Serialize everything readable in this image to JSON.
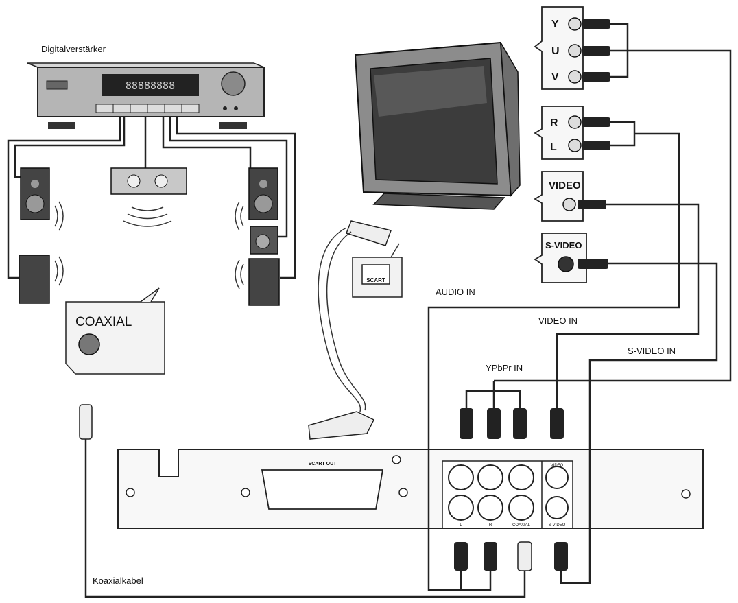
{
  "labels": {
    "amplifier": "Digitalverstärker",
    "coaxial_box": "COAXIAL",
    "scart_badge": "SCART",
    "scart_out": "SCART OUT",
    "audio_in": "AUDIO IN",
    "video_in": "VIDEO IN",
    "ypbpr_in": "YPbPr IN",
    "svideo_in": "S-VIDEO IN",
    "coax_cable": "Koaxialkabel"
  },
  "tv_inputs": {
    "y": "Y",
    "u": "U",
    "v": "V",
    "r": "R",
    "l": "L",
    "video": "VIDEO",
    "svideo": "S-VIDEO"
  },
  "player_jacks": {
    "l": "L",
    "r": "R",
    "coaxial": "COAXIAL",
    "video": "VIDEO",
    "svideo": "S-VIDEO"
  }
}
